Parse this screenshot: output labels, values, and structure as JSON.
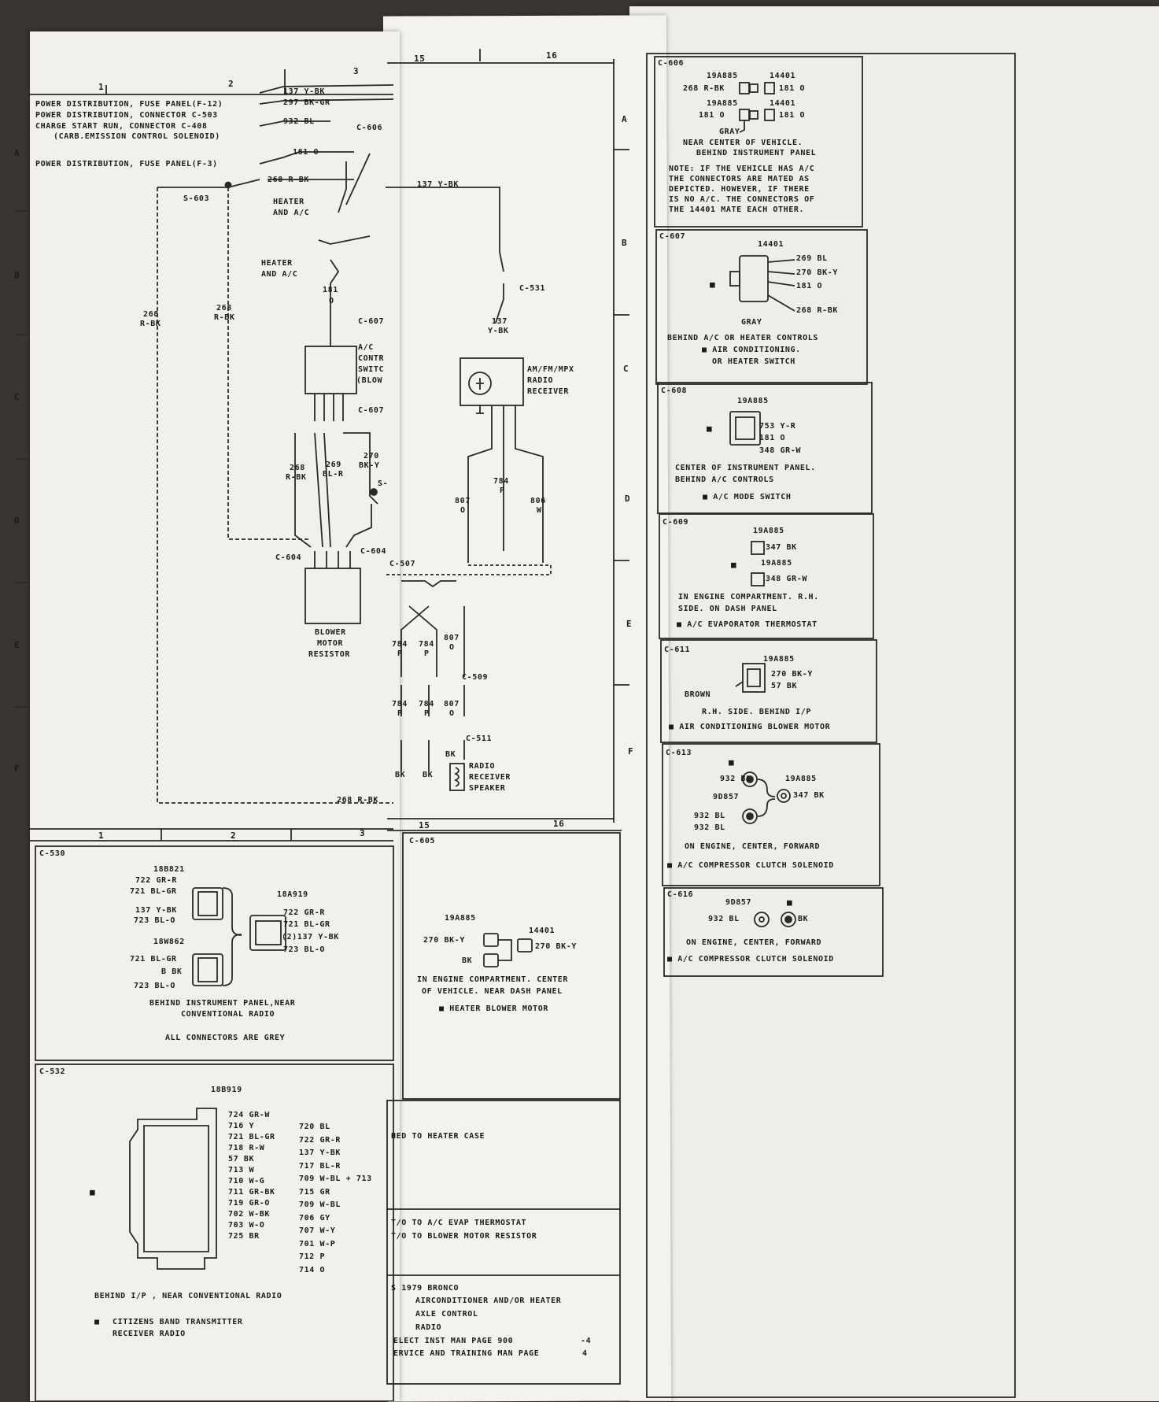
{
  "grid": {
    "columns_top_left": [
      "1",
      "2",
      "3"
    ],
    "columns_top_mid": [
      "15",
      "16"
    ],
    "columns_bottom_left": [
      "1",
      "2",
      "3"
    ],
    "columns_bottom_mid": [
      "15",
      "16"
    ],
    "rows": [
      "A",
      "B",
      "C",
      "D",
      "E",
      "F"
    ]
  },
  "schematic": {
    "sources": [
      {
        "label": "POWER DISTRIBUTION, FUSE PANEL(F-12)",
        "wire": "137 Y-BK"
      },
      {
        "label": "POWER DISTRIBUTION, CONNECTOR C-503",
        "wire": "297 BK-GR"
      },
      {
        "label": "CHARGE START RUN, CONNECTOR C-408",
        "wire": "932 BL"
      },
      {
        "label": "(CARB.EMISSION CONTROL SOLENOID)",
        "wire": ""
      },
      {
        "label": "POWER DISTRIBUTION, FUSE PANEL(F-3)",
        "wire": "181 O"
      }
    ],
    "labels": {
      "c606": "C-606",
      "wire_268": "268 R-BK",
      "s603": "S-603",
      "heater_ac_1": "HEATER",
      "heater_ac_1b": "AND A/C",
      "heater_ac_2": "HEATER",
      "heater_ac_2b": "AND A/C",
      "w181": "181",
      "w181b": "O",
      "c607a": "C-607",
      "ac_ctrl_1": "A/C",
      "ac_ctrl_2": "CONTR",
      "ac_ctrl_3": "SWITC",
      "ac_ctrl_4": "(BLOW",
      "c607b": "C-607",
      "w268a": "268",
      "w268a2": "R-BK",
      "w268b": "268",
      "w268b2": "R-BK",
      "w268c": "268",
      "w268c2": "R-BK",
      "w269": "269",
      "w269b": "BL-R",
      "w270": "270",
      "w270b": "BK-Y",
      "s_cut": "S-",
      "c604a": "C-604",
      "c604b": "C-604",
      "blower_1": "BLOWER",
      "blower_2": "MOTOR",
      "blower_3": "RESISTOR",
      "w268_bottom": "268 R-BK",
      "w137": "137 Y-BK",
      "c531": "C-531",
      "w137v": "137",
      "w137v2": "Y-BK",
      "radio_1": "AM/FM/MPX",
      "radio_2": "RADIO",
      "radio_3": "RECEIVER",
      "w784": "784",
      "w784b": "P",
      "w807": "807",
      "w807b": "O",
      "w806": "806",
      "w806b": "W",
      "c507": "C-507",
      "w784_1": "784",
      "w784_1b": "P",
      "w784_2": "784",
      "w784_2b": "P",
      "w807_2": "807",
      "w807_2b": "O",
      "c509": "C-509",
      "w784_3": "784",
      "w784_3b": "P",
      "w784_4": "784",
      "w784_4b": "P",
      "w807_3": "807",
      "w807_3b": "O",
      "c511": "C-511",
      "bk1": "BK",
      "bk2": "BK",
      "bk3": "BK",
      "spk_1": "RADIO",
      "spk_2": "RECEIVER",
      "spk_3": "SPEAKER"
    }
  },
  "c530": {
    "id": "C-530",
    "part_a": "18B821",
    "a_wires": [
      "722 GR-R",
      "721 BL-GR",
      "137 Y-BK",
      "723 BL-O"
    ],
    "part_b": "18W862",
    "b_wires": [
      "721 BL-GR",
      "B BK",
      "723 BL-O"
    ],
    "part_c": "18A919",
    "c_wires": [
      "722 GR-R",
      "721 BL-GR",
      "(2)137 Y-BK",
      "723 BL-O"
    ],
    "location": [
      "BEHIND INSTRUMENT PANEL,NEAR",
      "CONVENTIONAL RADIO"
    ],
    "note": "ALL CONNECTORS ARE GREY"
  },
  "c532": {
    "id": "C-532",
    "part": "18B919",
    "left_wires": [
      "724 GR-W",
      "716 Y",
      "721 BL-GR",
      "718 R-W",
      "57 BK",
      "713 W",
      "710 W-G",
      "711 GR-BK",
      "719 GR-O",
      "702 W-BK",
      "703 W-O",
      "725 BR"
    ],
    "right_wires": [
      "720 BL",
      "722 GR-R",
      "137 Y-BK",
      "717 BL-R",
      "709 W-BL + 713",
      "715 GR",
      "709 W-BL",
      "706 GY",
      "707 W-Y",
      "701 W-P",
      "712 P",
      "714 O"
    ],
    "location": "BEHIND I/P , NEAR CONVENTIONAL RADIO",
    "bullet": "■",
    "component": [
      "CITIZENS BAND TRANSMITTER",
      "RECEIVER RADIO"
    ]
  },
  "c605": {
    "id": "C-605",
    "part_a": "19A885",
    "part_b": "14401",
    "wire_a": "270 BK-Y",
    "wire_b": "270 BK-Y",
    "wire_c": "BK",
    "location": [
      "IN ENGINE COMPARTMENT. CENTER",
      "OF VEHICLE. NEAR DASH PANEL"
    ],
    "component": "■ HEATER BLOWER MOTOR"
  },
  "notes_box": {
    "line1": "HED TO HEATER CASE",
    "line2": "T/O TO A/C EVAP THERMOSTAT",
    "line3": "T/O TO BLOWER MOTOR RESISTOR"
  },
  "title_block": {
    "lines": [
      "S 1979 BRONCO",
      "AIRCONDITIONER AND/OR HEATER",
      "AXLE CONTROL",
      "RADIO"
    ],
    "ref1": "ELECT INST MAN PAGE 900",
    "ref1_num": "-4",
    "ref2": "ERVICE AND TRAINING MAN PAGE",
    "ref2_num": "4"
  },
  "connectors_right": [
    {
      "id": "C-606",
      "parts": [
        "19A885",
        "14401",
        "19A885",
        "14401"
      ],
      "wires": [
        "268 R-BK",
        "181 O",
        "181 O",
        "181 O"
      ],
      "extra": "GRAY",
      "location": [
        "NEAR CENTER OF VEHICLE.",
        "BEHIND INSTRUMENT PANEL"
      ],
      "note": [
        "NOTE: IF THE VEHICLE HAS A/C",
        "THE CONNECTORS ARE MATED AS",
        "DEPICTED. HOWEVER, IF THERE",
        "IS NO A/C. THE CONNECTORS OF",
        "THE 14401 MATE EACH OTHER."
      ]
    },
    {
      "id": "C-607",
      "parts": [
        "14401"
      ],
      "wires": [
        "269 BL",
        "270 BK-Y",
        "181 O",
        "268 R-BK"
      ],
      "extra": "GRAY",
      "location": [
        "BEHIND A/C OR HEATER CONTROLS",
        "■ AIR CONDITIONING.",
        "OR HEATER SWITCH"
      ]
    },
    {
      "id": "C-608",
      "parts": [
        "19A885"
      ],
      "wires": [
        "753 Y-R",
        "181 O",
        "348 GR-W"
      ],
      "location": [
        "CENTER OF INSTRUMENT PANEL.",
        "BEHIND A/C CONTROLS",
        "■ A/C MODE SWITCH"
      ]
    },
    {
      "id": "C-609",
      "parts": [
        "19A885",
        "19A885"
      ],
      "wires": [
        "347 BK",
        "348 GR-W"
      ],
      "location": [
        "IN ENGINE COMPARTMENT. R.H.",
        "SIDE. ON DASH PANEL",
        "■ A/C EVAPORATOR THERMOSTAT"
      ]
    },
    {
      "id": "C-611",
      "parts": [
        "19A885"
      ],
      "wires": [
        "270 BK-Y",
        "57 BK"
      ],
      "extra": "BROWN",
      "location": [
        "R.H. SIDE. BEHIND I/P",
        "■ AIR CONDITIONING BLOWER MOTOR"
      ]
    },
    {
      "id": "C-613",
      "parts": [
        "19A885",
        "9D857"
      ],
      "wires": [
        "347 BK",
        "932 BL",
        "932 BL"
      ],
      "location": [
        "ON ENGINE, CENTER, FORWARD",
        "■ A/C COMPRESSOR CLUTCH SOLENOID"
      ]
    },
    {
      "id": "C-616",
      "parts": [
        "9D857"
      ],
      "wires": [
        "932 BL",
        "BK"
      ],
      "location": [
        "ON ENGINE, CENTER, FORWARD",
        "■ A/C COMPRESSOR CLUTCH SOLENOID"
      ]
    }
  ]
}
